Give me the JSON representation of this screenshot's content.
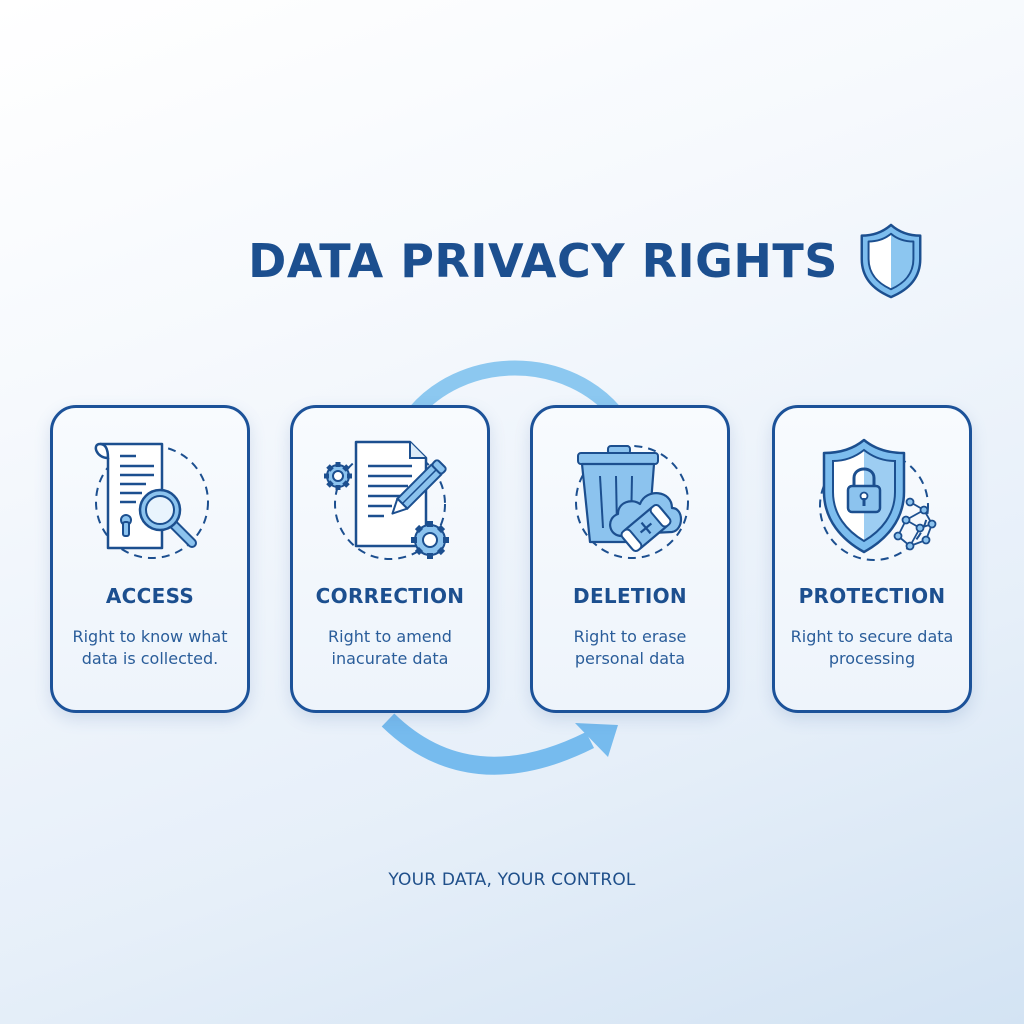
{
  "header": {
    "title": "DATA PRIVACY RIGHTS",
    "title_icon": "shield-icon"
  },
  "cards": [
    {
      "title": "ACCESS",
      "description": "Right to know what data is collected.",
      "icon": "document-magnifier-icon"
    },
    {
      "title": "CORRECTION",
      "description": "Right to amend inacurate data",
      "icon": "document-pencil-gears-icon"
    },
    {
      "title": "DELETION",
      "description": "Right to erase personal data",
      "icon": "trash-cloud-eraser-icon"
    },
    {
      "title": "PROTECTION",
      "description": "Right to secure data processing",
      "icon": "shield-lock-network-icon"
    }
  ],
  "cycle_arrow": "circular-arrow-icon",
  "footer": {
    "tagline": "YOUR DATA, YOUR CONTROL"
  },
  "colors": {
    "primary_dark": "#1c4f8f",
    "card_border": "#1c5299",
    "accent_light": "#7dbdee",
    "icon_fill": "#8cc3ee",
    "background_top": "#ffffff",
    "background_bottom": "#d3e3f3"
  }
}
